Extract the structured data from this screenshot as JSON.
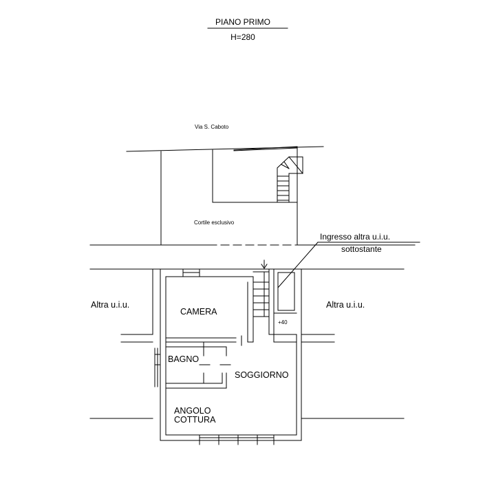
{
  "title": {
    "floor": "PIANO PRIMO",
    "height": "H=280"
  },
  "street": "Via S. Caboto",
  "courtyard": "Cortile esclusivo",
  "note": {
    "line1": "Ingresso altra u.i.u.",
    "line2": "sottostante"
  },
  "neighbors": {
    "left": "Altra u.i.u.",
    "right": "Altra u.i.u."
  },
  "rooms": {
    "bedroom": "CAMERA",
    "bathroom": "BAGNO",
    "living": "SOGGIORNO",
    "kitchen_line1": "ANGOLO",
    "kitchen_line2": "COTTURA"
  },
  "level_mark": "+40"
}
